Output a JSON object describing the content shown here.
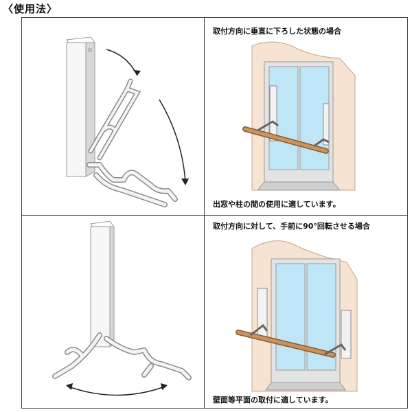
{
  "section_title": "〈使用法〉",
  "panels": [
    {
      "heading": "取付方向に垂直に下ろした状態の場合",
      "note": "出窓や柱の間の使用に適しています。",
      "bracket_icon": "folding-bracket-down-icon",
      "scene_icon": "window-recess-icon"
    },
    {
      "heading": "取付方向に対して、手前に90°回転させる場合",
      "note": "壁面等平面の取付に適しています。",
      "bracket_icon": "folding-bracket-rotated-icon",
      "scene_icon": "window-wall-icon"
    }
  ],
  "colors": {
    "wall": "#f6e3d2",
    "wall_edge": "#c9a48c",
    "glass": "#bfe6f7",
    "frame": "#d9d9d9",
    "pole": "#c8935f",
    "bracket": "#f2f2f2"
  }
}
